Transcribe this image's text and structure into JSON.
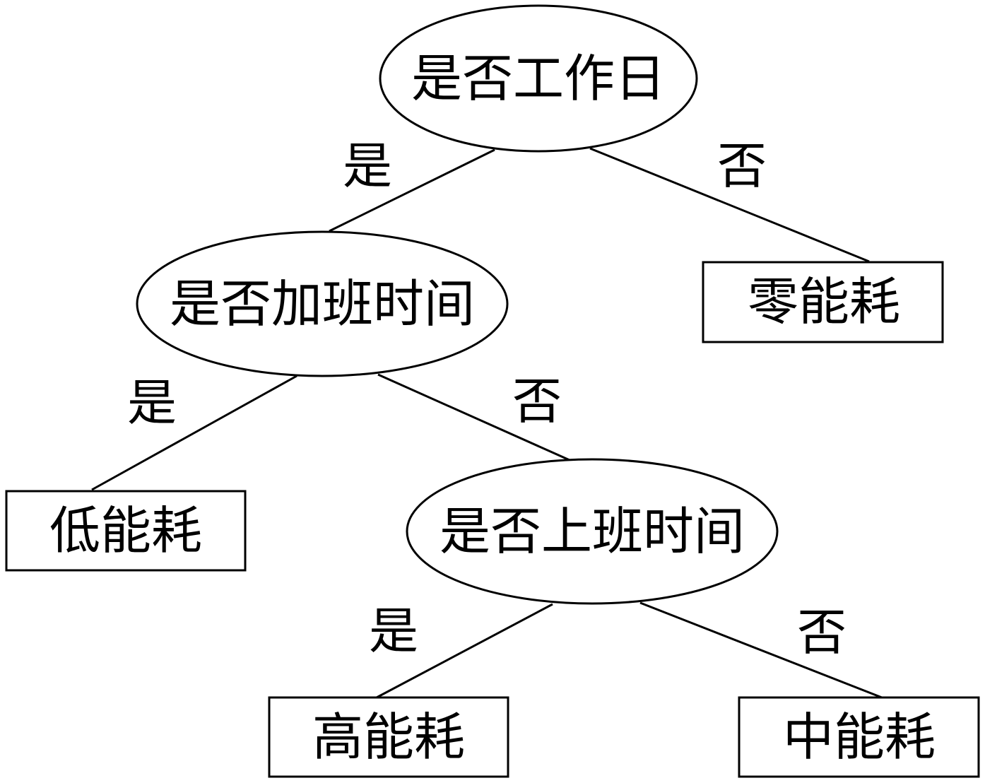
{
  "tree": {
    "root": {
      "label": "是否工作日"
    },
    "overtime": {
      "label": "是否加班时间"
    },
    "worktime": {
      "label": "是否上班时间"
    },
    "zero": {
      "label": "零能耗"
    },
    "low": {
      "label": "低能耗"
    },
    "high": {
      "label": "高能耗"
    },
    "medium": {
      "label": "中能耗"
    }
  },
  "edges": {
    "root_to_overtime": {
      "label": "是"
    },
    "root_to_zero": {
      "label": "否"
    },
    "overtime_to_low": {
      "label": "是"
    },
    "overtime_to_worktime": {
      "label": "否"
    },
    "worktime_to_high": {
      "label": "是"
    },
    "worktime_to_medium": {
      "label": "否"
    }
  },
  "colors": {
    "stroke": "#000000",
    "fill": "#ffffff",
    "text": "#000000"
  }
}
